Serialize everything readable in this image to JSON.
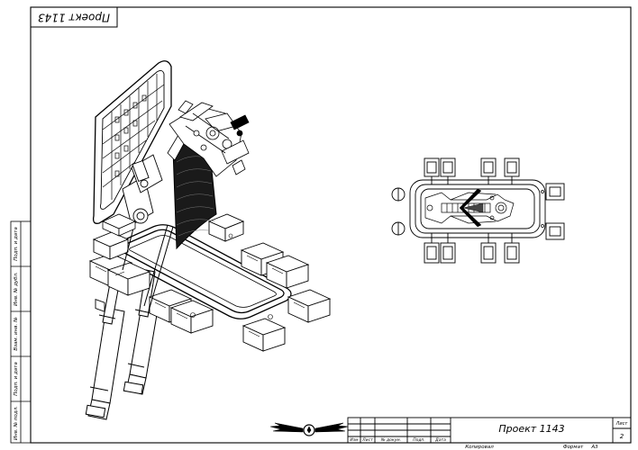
{
  "drawing": {
    "stamp_top": "Проект 1143",
    "sheet_label": "Лист",
    "sheet_number": "2",
    "title_block": {
      "title": "Проект 1143",
      "col_labels": [
        "Изм",
        "Лист",
        "№ докум.",
        "Подп.",
        "Дата"
      ],
      "copied": "Копировал",
      "format_label": "Формат",
      "format_value": "А3"
    },
    "side_stamp": [
      "Инв. № подл.",
      "Подп. и дата",
      "Взам. инв. №",
      "Инв. № дубл.",
      "Подп. и дата"
    ]
  }
}
